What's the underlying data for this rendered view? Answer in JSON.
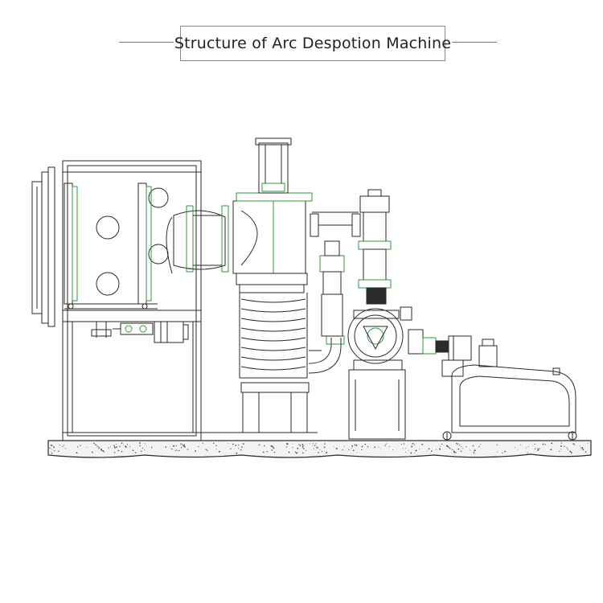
{
  "diagram": {
    "title": "Structure of Arc Despotion Machine",
    "colors": {
      "line": "#2a2a2a",
      "accent": "#2e9a3a",
      "ground": "#f3f3f3",
      "ground_dots": "#555555",
      "background": "#ffffff"
    },
    "components": [
      "vacuum-chamber",
      "chamber-door",
      "target-rods",
      "valve-tee",
      "diffusion-pump",
      "roots-pump",
      "rotary-vane-pump",
      "motor"
    ]
  }
}
